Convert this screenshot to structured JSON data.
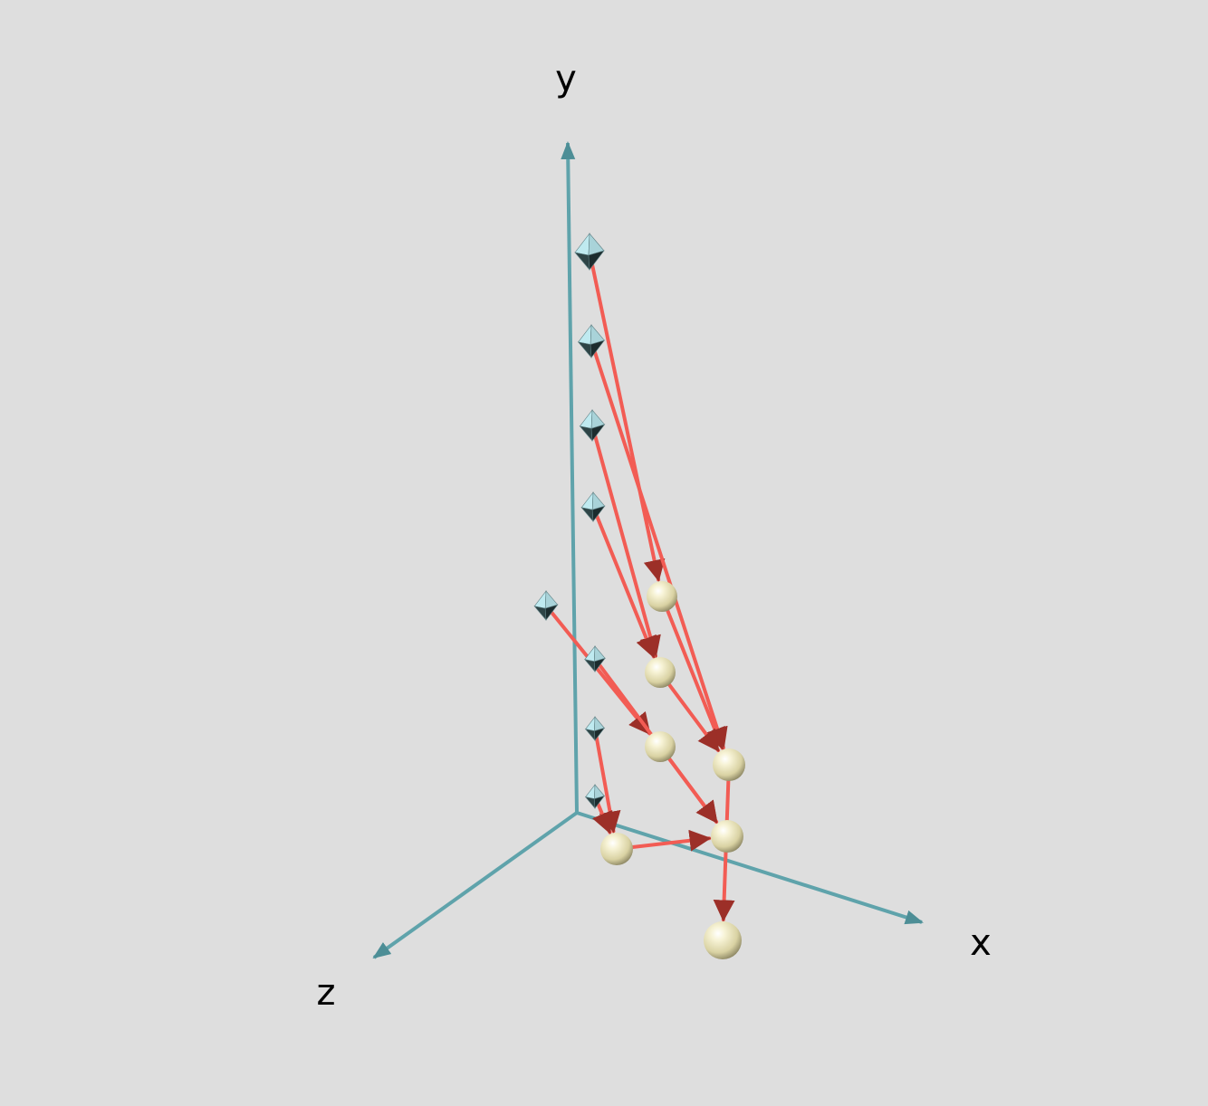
{
  "scene": {
    "axes": {
      "color": "#5fa3ab",
      "labels": {
        "x": "x",
        "y": "y",
        "z": "z"
      }
    },
    "edge_color": "#f25c54",
    "octahedron_color": "#bfeaf0",
    "sphere_color": "#f0ebc0",
    "nodes": [
      {
        "id": "o1",
        "shape": "octahedron"
      },
      {
        "id": "o2",
        "shape": "octahedron"
      },
      {
        "id": "o3",
        "shape": "octahedron"
      },
      {
        "id": "o4",
        "shape": "octahedron"
      },
      {
        "id": "o5",
        "shape": "octahedron"
      },
      {
        "id": "o6",
        "shape": "octahedron"
      },
      {
        "id": "o7",
        "shape": "octahedron"
      },
      {
        "id": "o8",
        "shape": "octahedron"
      },
      {
        "id": "s1",
        "shape": "sphere"
      },
      {
        "id": "s2",
        "shape": "sphere"
      },
      {
        "id": "s3",
        "shape": "sphere"
      },
      {
        "id": "s4",
        "shape": "sphere"
      },
      {
        "id": "s5",
        "shape": "sphere"
      },
      {
        "id": "s6",
        "shape": "sphere"
      },
      {
        "id": "s7",
        "shape": "sphere"
      }
    ],
    "edges": [
      {
        "from": "o1",
        "to": "s1"
      },
      {
        "from": "o2",
        "to": "s4"
      },
      {
        "from": "o3",
        "to": "s2"
      },
      {
        "from": "o4",
        "to": "s2"
      },
      {
        "from": "o5",
        "to": "s3"
      },
      {
        "from": "o6",
        "to": "s5"
      },
      {
        "from": "o7",
        "to": "s6"
      },
      {
        "from": "o8",
        "to": "s6"
      },
      {
        "from": "s1",
        "to": "s4"
      },
      {
        "from": "s2",
        "to": "s4"
      },
      {
        "from": "s3",
        "to": "s5"
      },
      {
        "from": "s6",
        "to": "s5"
      },
      {
        "from": "s4",
        "to": "s7"
      }
    ]
  }
}
